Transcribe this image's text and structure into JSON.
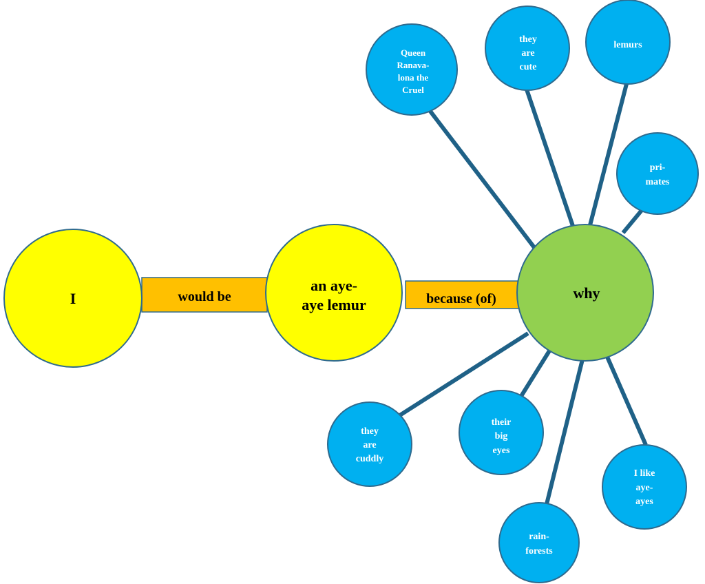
{
  "colors": {
    "main_fill": "#ffff00",
    "why_fill": "#92d050",
    "leaf_fill": "#00b0f0",
    "link_fill": "#ffc000",
    "connector": "#1f6187",
    "outline": "#2e6a8e"
  },
  "diagram": {
    "subject": "I",
    "link1": "would be",
    "object_lines": [
      "an aye-",
      "aye lemur"
    ],
    "link2": "because (of)",
    "center": "why",
    "reasons": [
      {
        "lines": [
          "Queen",
          "Ranava-",
          "lona the",
          "Cruel"
        ]
      },
      {
        "lines": [
          "they",
          "are",
          "cute"
        ]
      },
      {
        "lines": [
          "lemurs"
        ]
      },
      {
        "lines": [
          "pri-",
          "mates"
        ]
      },
      {
        "lines": [
          "they",
          "are",
          "cuddly"
        ]
      },
      {
        "lines": [
          "their",
          "big",
          "eyes"
        ]
      },
      {
        "lines": [
          "rain-",
          "forests"
        ]
      },
      {
        "lines": [
          "I like",
          "aye-",
          "ayes"
        ]
      }
    ]
  }
}
